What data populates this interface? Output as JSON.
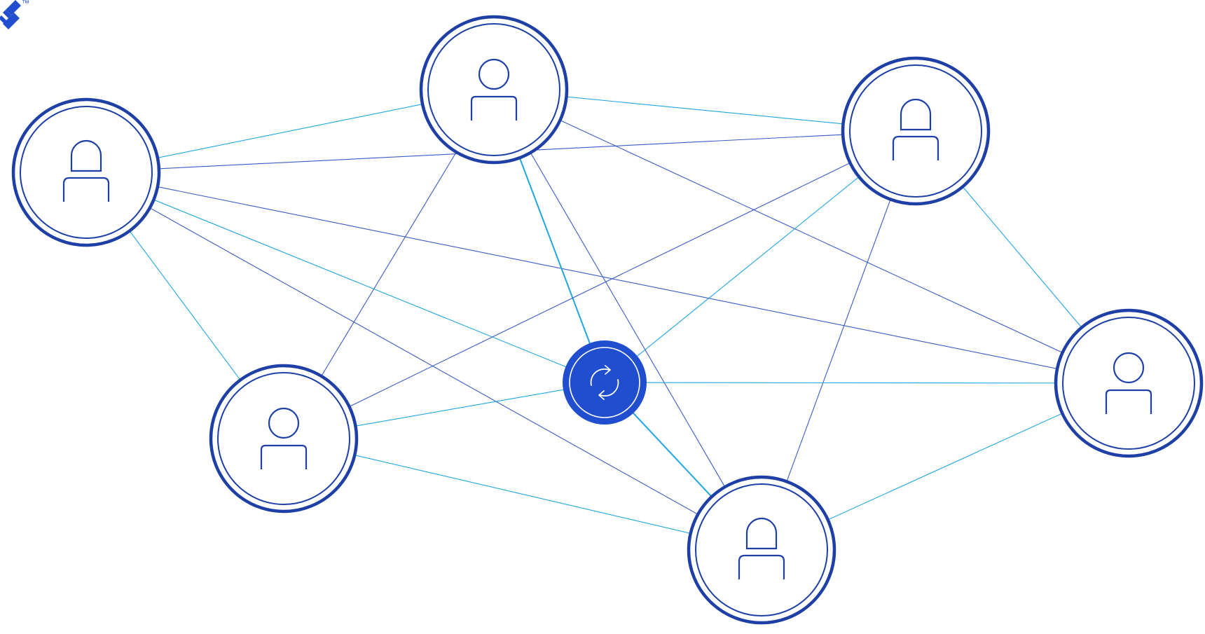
{
  "brand": {
    "trademark": "™",
    "logo_icon": "toptal-logo-icon",
    "color": "#204ecf"
  },
  "colors": {
    "node_ring": "#1d3fa6",
    "edge_light": "#1fa6e0",
    "edge_dark": "#3a5bc4",
    "hub_fill": "#204ecf",
    "hub_glyph": "#ffffff"
  },
  "diagram": {
    "type": "peer-to-peer network",
    "hub": {
      "id": "hub",
      "icon": "sync-arrows-icon"
    },
    "nodes": [
      {
        "id": "user-1",
        "icon": "person-rounded-head-icon"
      },
      {
        "id": "user-2",
        "icon": "person-round-head-icon"
      },
      {
        "id": "user-3",
        "icon": "person-rounded-head-icon"
      },
      {
        "id": "user-4",
        "icon": "person-round-head-icon"
      },
      {
        "id": "user-5",
        "icon": "person-round-head-icon"
      },
      {
        "id": "user-6",
        "icon": "person-rounded-head-icon"
      }
    ],
    "edges": [
      {
        "from": "user-1",
        "to": "user-2",
        "tone": "light"
      },
      {
        "from": "user-1",
        "to": "user-3",
        "tone": "dark"
      },
      {
        "from": "user-1",
        "to": "user-4",
        "tone": "light"
      },
      {
        "from": "user-1",
        "to": "hub",
        "tone": "light"
      },
      {
        "from": "user-1",
        "to": "user-5",
        "tone": "dark"
      },
      {
        "from": "user-1",
        "to": "user-6",
        "tone": "dark"
      },
      {
        "from": "user-2",
        "to": "user-3",
        "tone": "light"
      },
      {
        "from": "user-2",
        "to": "user-4",
        "tone": "dark"
      },
      {
        "from": "user-2",
        "to": "hub",
        "tone": "light"
      },
      {
        "from": "user-2",
        "to": "user-6",
        "tone": "dark"
      },
      {
        "from": "user-2",
        "to": "user-5",
        "tone": "dark"
      },
      {
        "from": "user-3",
        "to": "user-4",
        "tone": "dark"
      },
      {
        "from": "user-3",
        "to": "hub",
        "tone": "light"
      },
      {
        "from": "user-3",
        "to": "user-5",
        "tone": "light"
      },
      {
        "from": "user-3",
        "to": "user-6",
        "tone": "dark"
      },
      {
        "from": "user-4",
        "to": "hub",
        "tone": "light"
      },
      {
        "from": "user-4",
        "to": "user-6",
        "tone": "light"
      },
      {
        "from": "hub",
        "to": "user-5",
        "tone": "light"
      },
      {
        "from": "hub",
        "to": "user-6",
        "tone": "light"
      },
      {
        "from": "user-5",
        "to": "user-6",
        "tone": "light"
      }
    ]
  }
}
